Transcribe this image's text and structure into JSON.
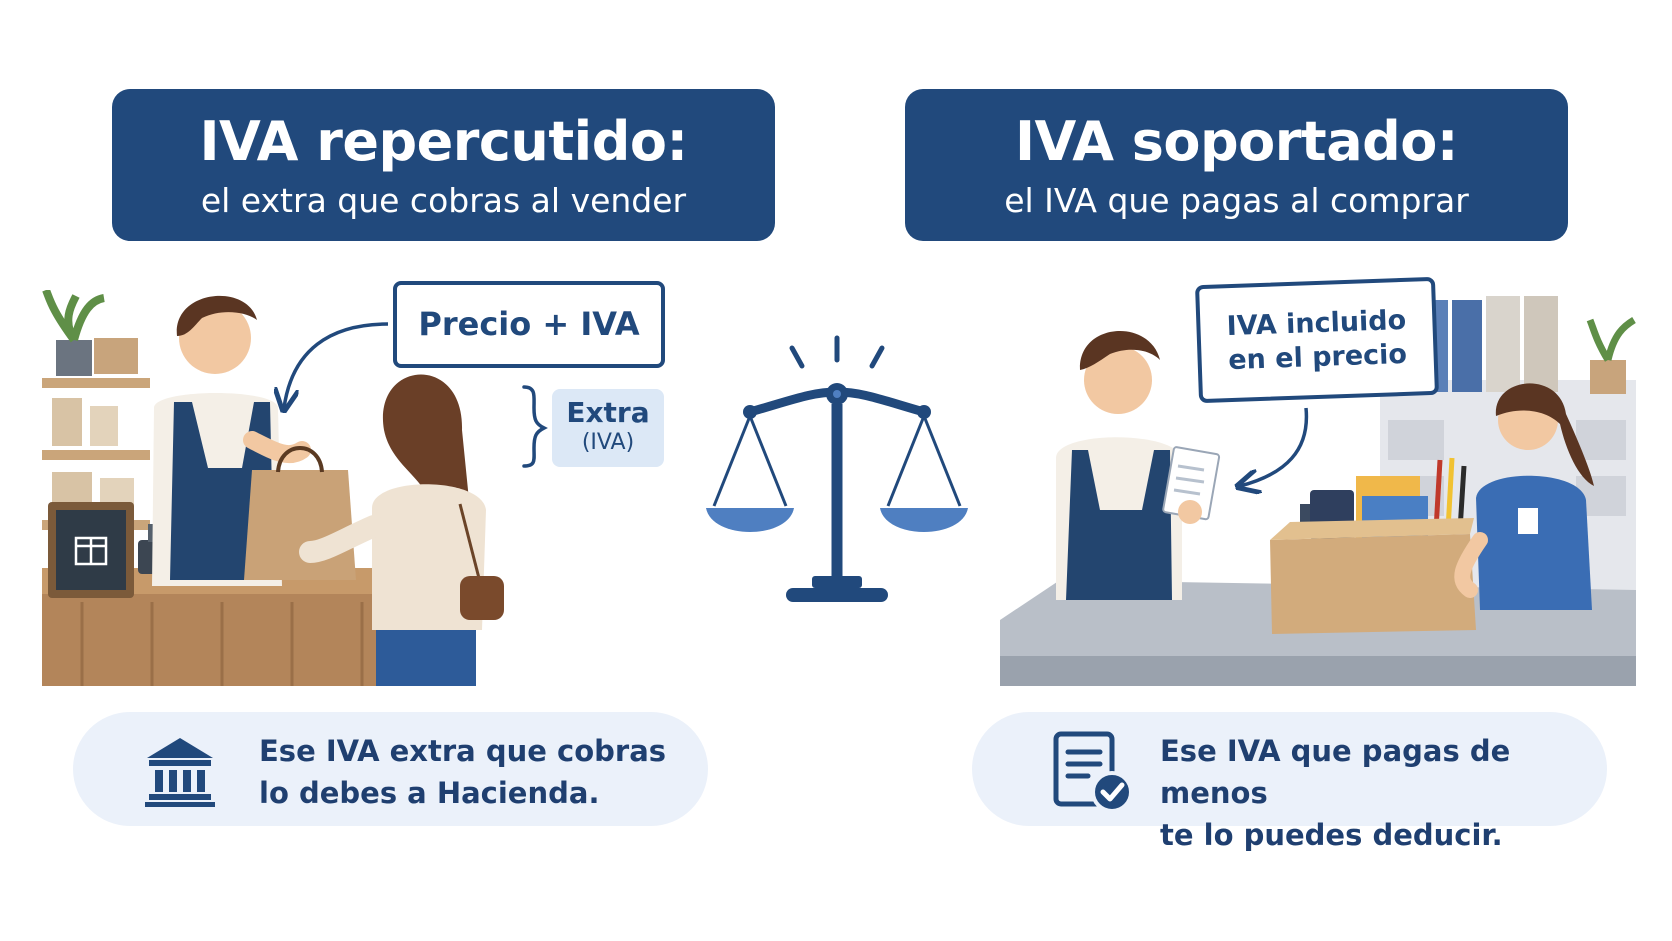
{
  "left": {
    "title_main": "IVA repercutido:",
    "title_sub": "el extra que cobras al vender",
    "callout": "Precio + IVA",
    "extra_label": "Extra",
    "extra_sub": "(IVA)",
    "note_line1": "Ese IVA extra que cobras",
    "note_line2": "lo debes a Hacienda."
  },
  "right": {
    "title_main": "IVA soportado:",
    "title_sub": "el IVA que pagas al comprar",
    "callout_line1": "IVA incluido",
    "callout_line2": "en el precio",
    "note_line1": "Ese IVA que pagas de menos",
    "note_line2": "te lo puedes deducir."
  },
  "icons": {
    "left_note": "bank-building-icon",
    "right_note": "document-check-icon",
    "center": "balance-scale-icon"
  },
  "colors": {
    "primary": "#21497c",
    "note_bg": "#ebf1fa",
    "tag_bg": "#dce8f6",
    "scale_pan": "#4f7fc1"
  }
}
